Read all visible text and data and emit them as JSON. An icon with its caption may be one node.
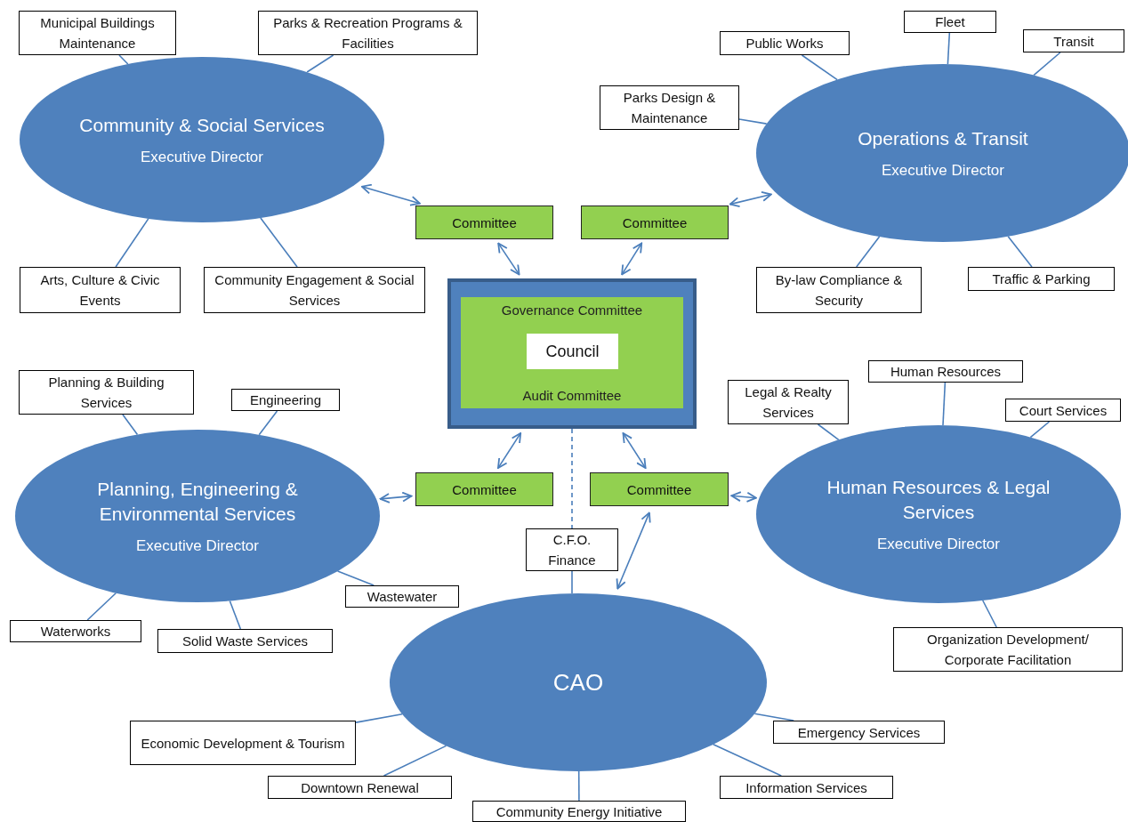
{
  "diagram": {
    "nodes": [
      {
        "text": [
          "Community & Social Services",
          "Executive Director"
        ]
      },
      {
        "text": [
          "Municipal Buildings Maintenance"
        ]
      },
      {
        "text": [
          "Parks & Recreation Programs & Facilities"
        ]
      },
      {
        "text": [
          "Arts, Culture & Civic Events"
        ]
      },
      {
        "text": [
          "Community Engagement & Social Services"
        ]
      },
      {
        "text": [
          "Operations & Transit",
          "Executive Director"
        ]
      },
      {
        "text": [
          "Public Works"
        ]
      },
      {
        "text": [
          "Fleet"
        ]
      },
      {
        "text": [
          "Transit"
        ]
      },
      {
        "text": [
          "Parks Design & Maintenance"
        ]
      },
      {
        "text": [
          "By-law Compliance & Security"
        ]
      },
      {
        "text": [
          "Traffic & Parking"
        ]
      },
      {
        "text": [
          "Committee"
        ]
      },
      {
        "text": [
          "Committee"
        ]
      },
      {
        "text": [],
        "shape": "box"
      },
      {
        "text": [
          "Governance Committee",
          "Audit Committee"
        ],
        "in": 14
      },
      {
        "text": [
          "Council"
        ],
        "in": 15
      },
      {
        "text": [
          "Planning, Engineering & Environmental Services",
          "Executive Director"
        ]
      },
      {
        "text": [
          "Planning & Building Services"
        ]
      },
      {
        "text": [
          "Engineering"
        ]
      },
      {
        "text": [
          "Wastewater"
        ]
      },
      {
        "text": [
          "Waterworks"
        ]
      },
      {
        "text": [
          "Solid Waste Services"
        ]
      },
      {
        "text": [
          "Committee"
        ]
      },
      {
        "text": [
          "Committee"
        ]
      },
      {
        "text": [
          "Human Resources & Legal Services",
          "Executive Director"
        ]
      },
      {
        "text": [
          "Legal & Realty Services"
        ]
      },
      {
        "text": [
          "Human Resources"
        ]
      },
      {
        "text": [
          "Court Services"
        ]
      },
      {
        "text": [
          "Organization Development/ Corporate Facilitation"
        ]
      },
      {
        "text": [
          "C.F.O. Finance"
        ]
      },
      {
        "text": [
          "CAO"
        ]
      },
      {
        "text": [
          "Economic Development  & Tourism"
        ]
      },
      {
        "text": [
          "Downtown Renewal"
        ]
      },
      {
        "text": [
          "Community Energy Initiative"
        ]
      },
      {
        "text": [
          "Emergency Services"
        ]
      },
      {
        "text": [
          "Information Services"
        ]
      }
    ],
    "edges": [
      {
        "from": 0,
        "to": 1,
        "arrow": "none"
      },
      {
        "from": 0,
        "to": 2,
        "arrow": "none"
      },
      {
        "from": 0,
        "to": 3,
        "arrow": "none"
      },
      {
        "from": 0,
        "to": 4,
        "arrow": "none"
      },
      {
        "from": 5,
        "to": 6,
        "arrow": "none"
      },
      {
        "from": 5,
        "to": 7,
        "arrow": "none"
      },
      {
        "from": 5,
        "to": 8,
        "arrow": "none"
      },
      {
        "from": 5,
        "to": 9,
        "arrow": "none"
      },
      {
        "from": 5,
        "to": 10,
        "arrow": "none"
      },
      {
        "from": 5,
        "to": 11,
        "arrow": "none"
      },
      {
        "from": 0,
        "to": 12,
        "arrow": "both"
      },
      {
        "from": 12,
        "to": 14,
        "arrow": "both"
      },
      {
        "from": 5,
        "to": 13,
        "arrow": "both"
      },
      {
        "from": 13,
        "to": 14,
        "arrow": "both"
      },
      {
        "from": 17,
        "to": 18,
        "arrow": "none"
      },
      {
        "from": 17,
        "to": 19,
        "arrow": "none"
      },
      {
        "from": 17,
        "to": 20,
        "arrow": "none"
      },
      {
        "from": 17,
        "to": 21,
        "arrow": "none"
      },
      {
        "from": 17,
        "to": 22,
        "arrow": "none"
      },
      {
        "from": 17,
        "to": 23,
        "arrow": "both"
      },
      {
        "from": 23,
        "to": 14,
        "arrow": "both"
      },
      {
        "from": 25,
        "to": 24,
        "arrow": "both"
      },
      {
        "from": 24,
        "to": 14,
        "arrow": "both"
      },
      {
        "from": 24,
        "to": 31,
        "arrow": "both"
      },
      {
        "from": 25,
        "to": 26,
        "arrow": "none"
      },
      {
        "from": 25,
        "to": 27,
        "arrow": "none"
      },
      {
        "from": 25,
        "to": 28,
        "arrow": "none"
      },
      {
        "from": 25,
        "to": 29,
        "arrow": "none"
      },
      {
        "from": 14,
        "to": 30,
        "arrow": "none",
        "style": "dashed"
      },
      {
        "from": 30,
        "to": 31,
        "arrow": "none"
      },
      {
        "from": 31,
        "to": 32,
        "arrow": "none"
      },
      {
        "from": 31,
        "to": 33,
        "arrow": "none"
      },
      {
        "from": 31,
        "to": 34,
        "arrow": "none"
      },
      {
        "from": 31,
        "to": 35,
        "arrow": "none"
      },
      {
        "from": 31,
        "to": 36,
        "arrow": "none"
      }
    ]
  }
}
